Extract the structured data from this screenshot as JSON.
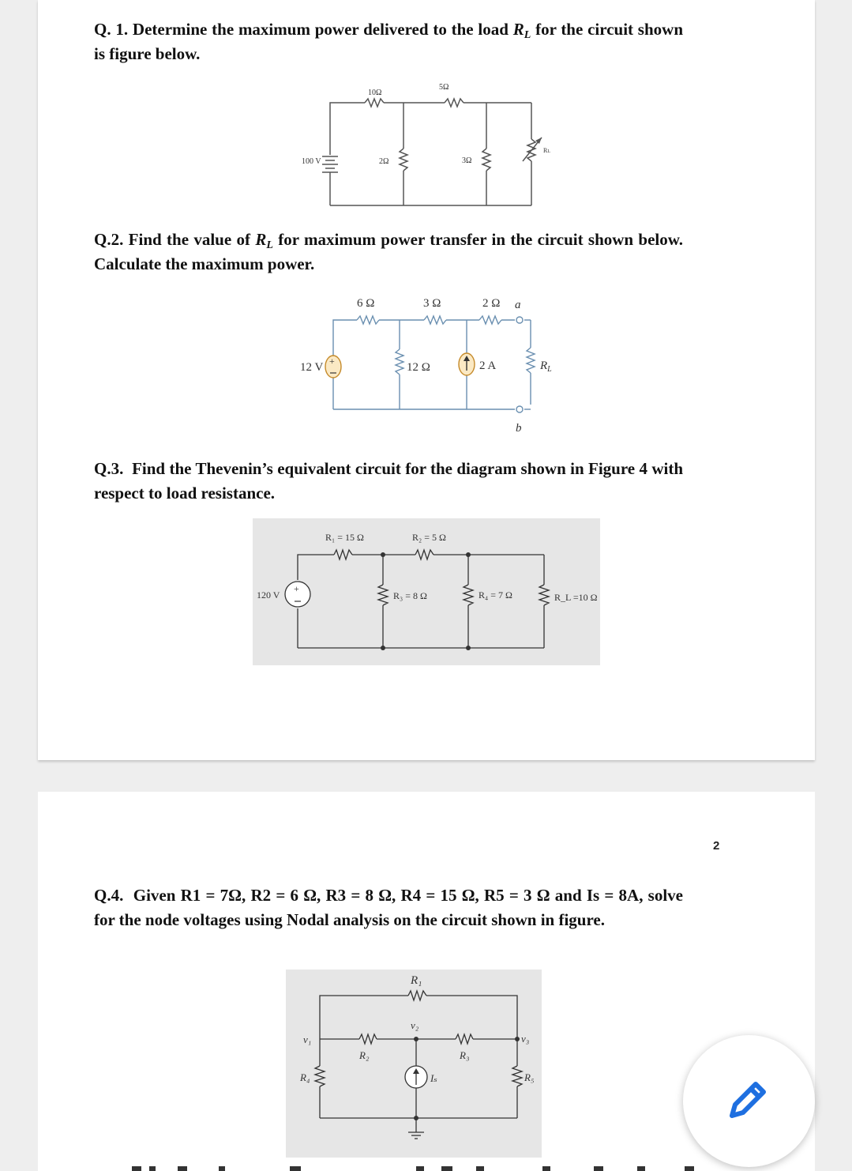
{
  "q1": {
    "number": "Q. 1.",
    "text_before": "Determine the maximum power delivered to the load",
    "symbol_base": "R",
    "symbol_sub": "L",
    "text_after": "for the circuit shown is figure below.",
    "labels": {
      "r10": "10Ω",
      "r5": "5Ω",
      "r2": "2Ω",
      "r3": "3Ω",
      "rl": "R",
      "rl_sub": "L",
      "source": "100 V"
    }
  },
  "q2": {
    "number": "Q.2.",
    "text_before": "Find the value of",
    "symbol_base": "R",
    "symbol_sub": "L",
    "text_after": "for maximum power transfer in the circuit shown below. Calculate the maximum power.",
    "labels": {
      "r6": "6 Ω",
      "r3": "3 Ω",
      "r2": "2 Ω",
      "a": "a",
      "b": "b",
      "v12": "12 V",
      "r12": "12 Ω",
      "i2": "2 A",
      "rl": "R",
      "rl_sub": "L"
    }
  },
  "q3": {
    "number": "Q.3.",
    "text": "Find the Thevenin’s equivalent circuit for the diagram shown in Figure 4 with respect to load resistance.",
    "labels": {
      "r1": "R₁ = 15 Ω",
      "r2": "R₂ = 5 Ω",
      "r3": "R₃ = 8 Ω",
      "r4": "R₄ = 7 Ω",
      "rl": "R_L =10 Ω",
      "source": "120 V"
    }
  },
  "page_number": "2",
  "q4": {
    "number": "Q.4.",
    "text": "Given R1 = 7Ω, R2 = 6 Ω, R3 = 8 Ω, R4 = 15 Ω, R5 = 3 Ω and Is = 8A, solve for the node voltages using Nodal analysis on the circuit shown in figure.",
    "labels": {
      "r1": "R₁",
      "r2": "R₂",
      "r3": "R₃",
      "r4": "R₄",
      "r5": "R₅",
      "v1": "v₁",
      "v2": "v₂",
      "v3": "v₃",
      "is": "Iₛ"
    }
  },
  "colors": {
    "source_fill": "#fbe9c4",
    "figure_bg": "#e6e6e6",
    "fab_icon": "#1e6fe0",
    "wire": "#555555",
    "wire_q2": "#6a8fb0"
  },
  "fab": {
    "icon": "pencil-icon"
  }
}
